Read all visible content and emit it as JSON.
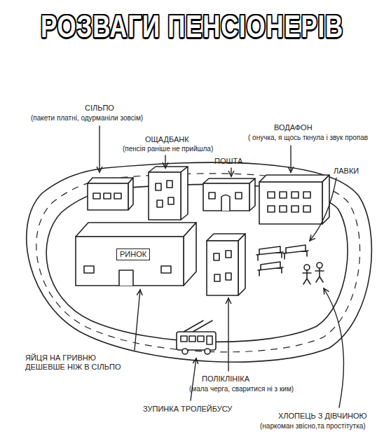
{
  "diagram": {
    "title": "РОЗВАГИ ПЕНСІОНЕРІВ",
    "nodes": [
      {
        "text": [
          "РИНОК"
        ]
      }
    ],
    "labels": [
      "СІЛЬПО",
      "(пакети платні, одурманіли зовсім)",
      "ОЩАДБАНК",
      "(пенсія раніше не прийшла)",
      "ВОДАФОН",
      "( онучка, я щось ткнула і звук пропав",
      "ПОШТА",
      "ЛАВКИ",
      "ЯЙЦЯ НА ГРИВНЮ ДЕШЕВШЕ НІЖ В СІЛЬПО",
      "ПОЛІКЛІНІКА",
      "(мала черга, сваритися ні з ким)",
      "ЗУПИНКА ТРОЛЕЙБУСУ",
      "ХЛОПЕЦЬ З ДІВЧИНОЮ",
      "(наркоман звісно,та простітутка)"
    ]
  }
}
